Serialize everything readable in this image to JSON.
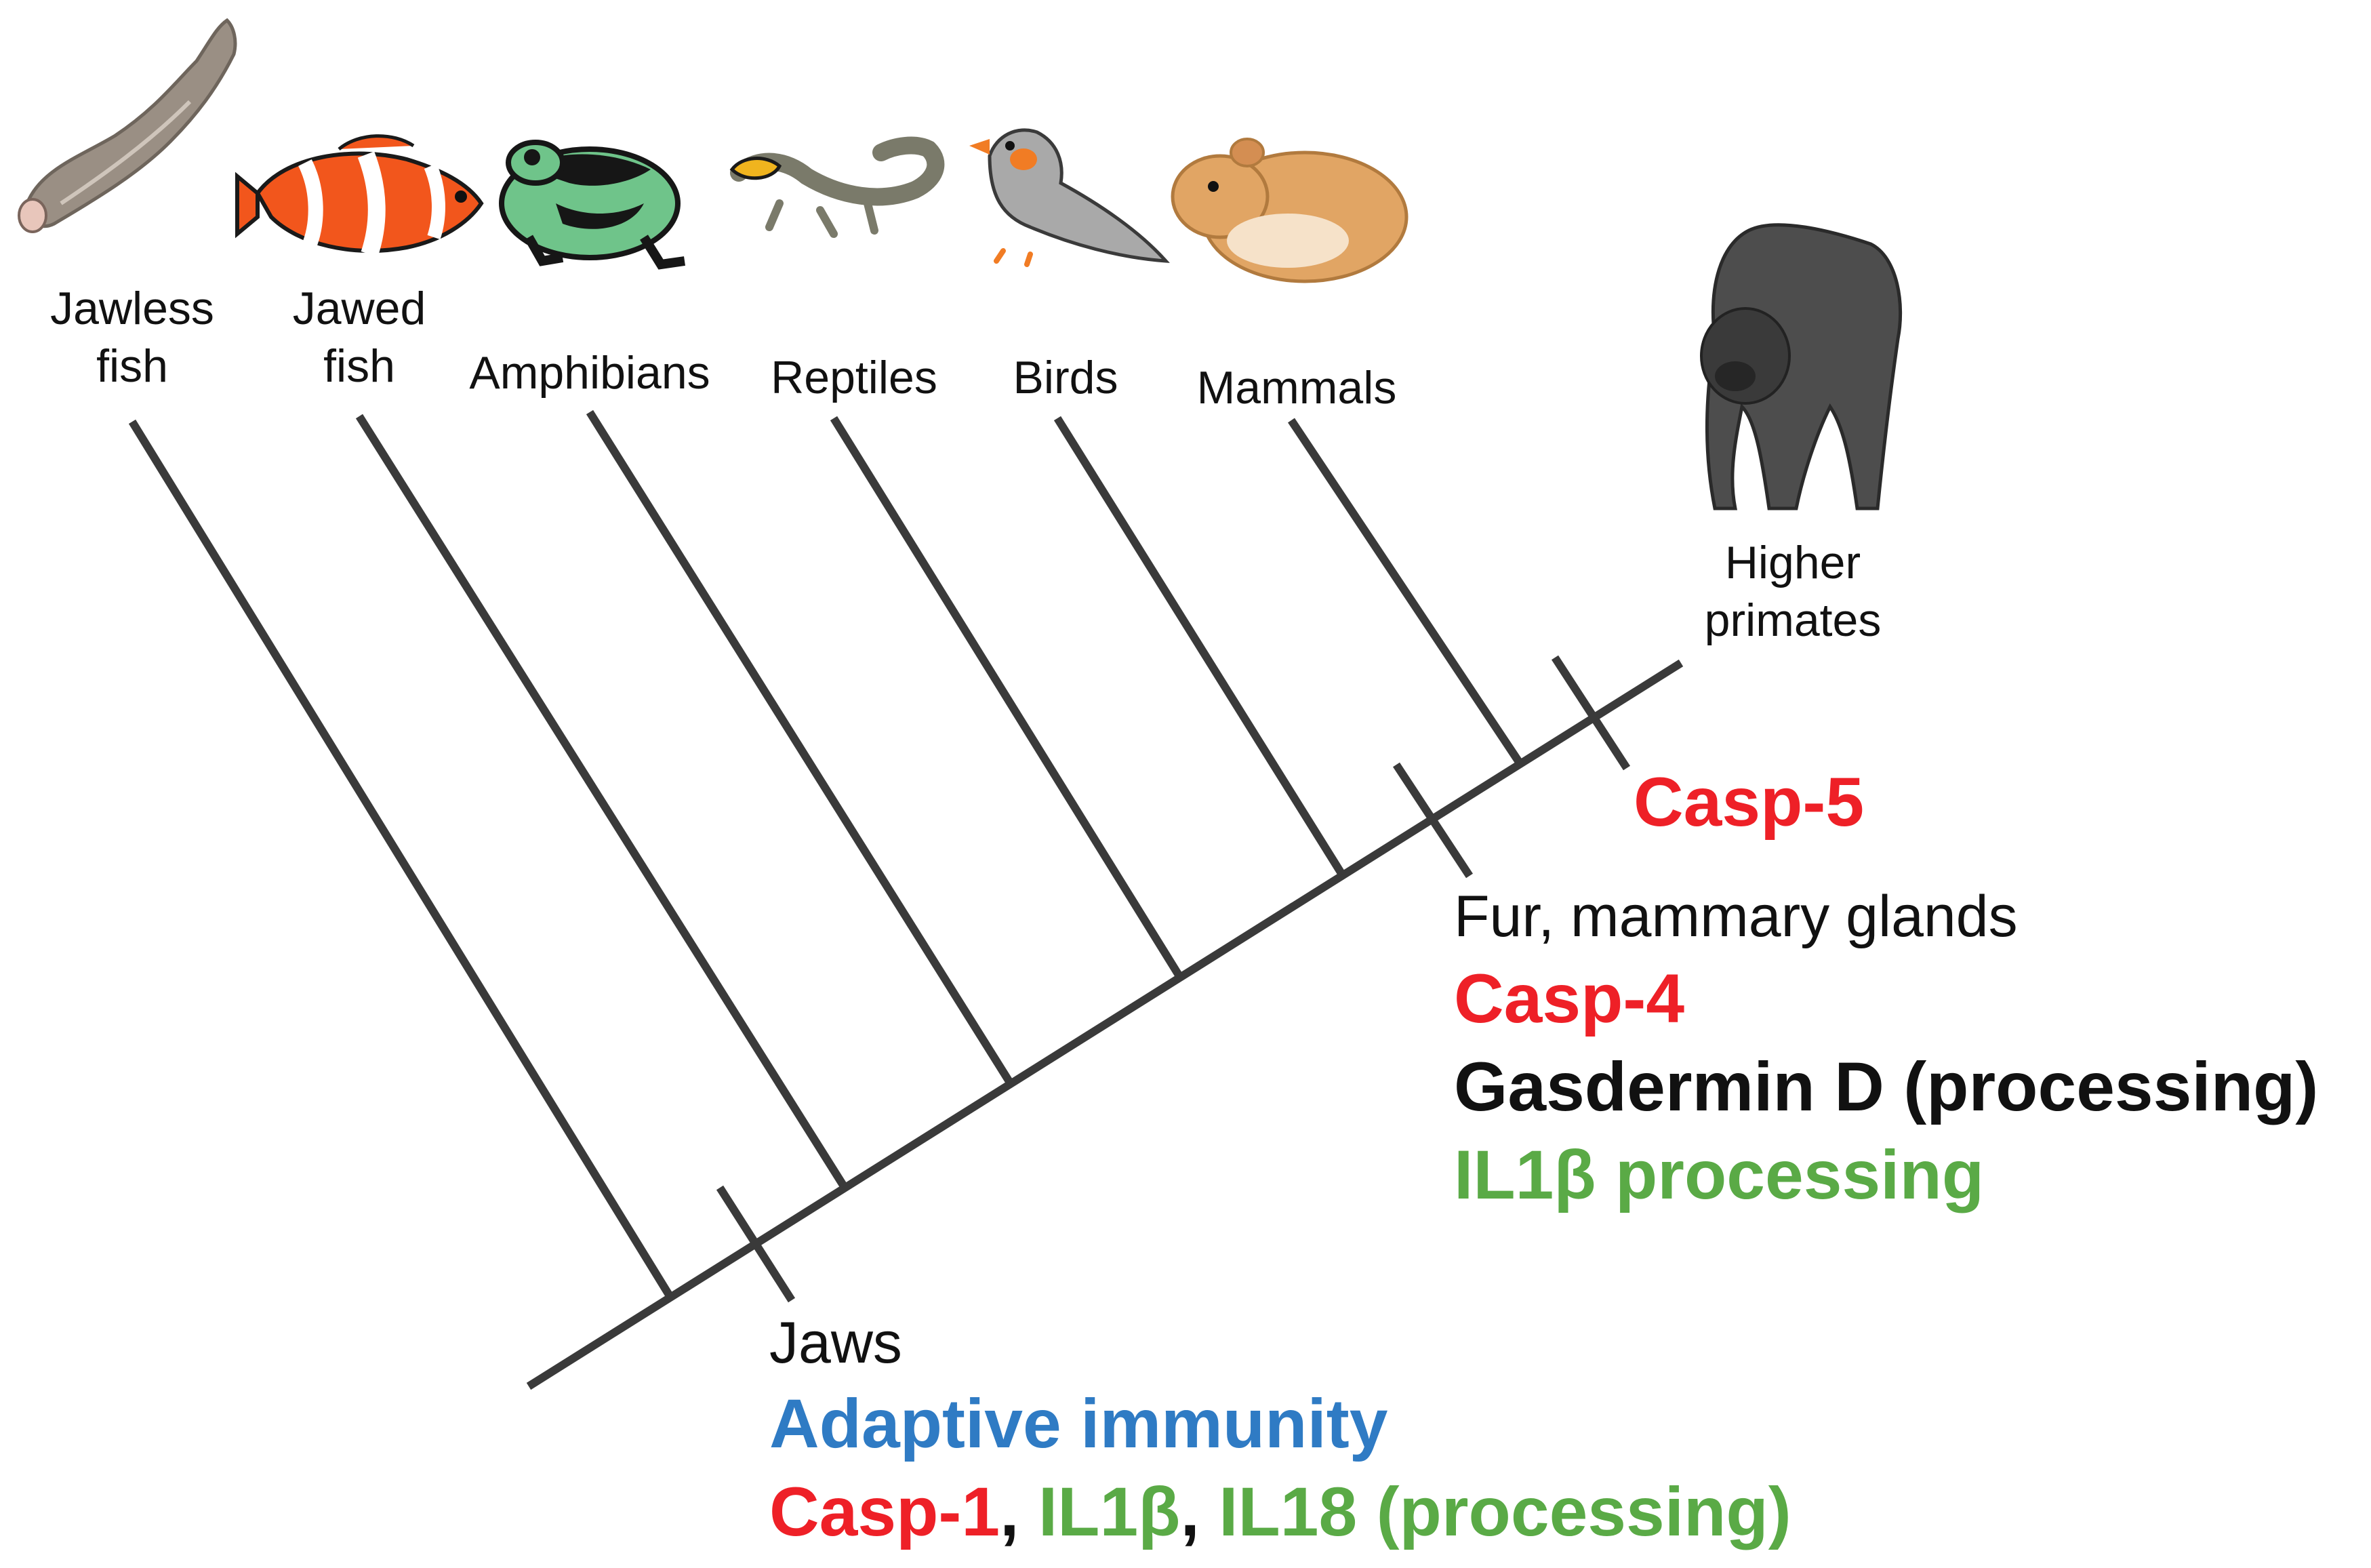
{
  "taxa": [
    {
      "id": "jawless-fish",
      "lines": [
        "Jawless",
        "fish"
      ]
    },
    {
      "id": "jawed-fish",
      "lines": [
        "Jawed",
        "fish"
      ]
    },
    {
      "id": "amphibians",
      "lines": [
        "Amphibians"
      ]
    },
    {
      "id": "reptiles",
      "lines": [
        "Reptiles"
      ]
    },
    {
      "id": "birds",
      "lines": [
        "Birds"
      ]
    },
    {
      "id": "mammals",
      "lines": [
        "Mammals"
      ]
    },
    {
      "id": "higher-primates",
      "lines": [
        "Higher",
        "primates"
      ]
    }
  ],
  "annotations": {
    "primates": {
      "casp5": "Casp-5"
    },
    "mammals": {
      "traits": "Fur, mammary glands",
      "casp4": "Casp-4",
      "gasdermin": "Gasdermin D (processing)",
      "il1b": "IL1β processing"
    },
    "jawed": {
      "traits": "Jaws",
      "adaptive": "Adaptive immunity",
      "casp1": "Casp-1",
      "sep1": ", ",
      "il1b": "IL1β",
      "sep2": ", ",
      "il18": "IL18 (processing)"
    }
  },
  "colors": {
    "red": "#ee2027",
    "green": "#5aaa46",
    "blue": "#2f7bc4",
    "black": "#111111",
    "branch": "#3a3a3a"
  },
  "icons": [
    "lamprey-icon",
    "clownfish-icon",
    "frog-icon",
    "lizard-icon",
    "finch-icon",
    "hamster-icon",
    "gorilla-icon"
  ]
}
